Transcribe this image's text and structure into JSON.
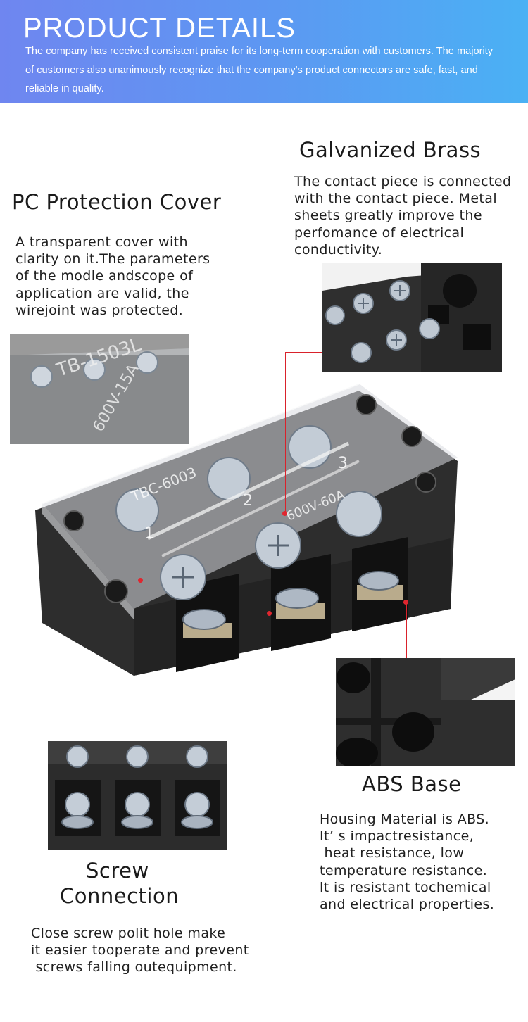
{
  "banner": {
    "title": "PRODUCT DETAILS",
    "description": "The company has received consistent praise for its long-term cooperation with customers. The majority of customers also unanimously recognize that the company's product connectors are safe, fast, and reliable in quality."
  },
  "features": {
    "galvanized_brass": {
      "title": "Galvanized Brass",
      "text": "The contact piece is connected\nwith the contact piece. Metal\nsheets greatly improve the\nperfomance of electrical\nconductivity."
    },
    "pc_cover": {
      "title": "PC Protection Cover",
      "text": "A transparent cover with\nclarity on it.The parameters\nof the modle andscope of\napplication are valid, the\nwirejoint was protected."
    },
    "abs_base": {
      "title": "ABS Base",
      "text": "Housing Material is ABS.\nIt’ s impactresistance,\n heat resistance, low\ntemperature resistance.\nlt is resistant tochemical\nand electrical properties."
    },
    "screw_connection": {
      "title_line1": "Screw",
      "title_line2": "Connection",
      "text": "Close screw polit hole make\nit easier tooperate and prevent\n screws falling outequipment."
    }
  },
  "product_markings": {
    "model": "TBC-6003",
    "rating": "600V-60A",
    "inset_model": "TB-1503L",
    "inset_rating": "600V-15A",
    "positions": [
      "1",
      "2",
      "3"
    ]
  },
  "colors": {
    "banner_start": "#6f86f0",
    "banner_end": "#4ab1f4",
    "callout": "#d9222b",
    "housing": "#2b2b2b"
  }
}
